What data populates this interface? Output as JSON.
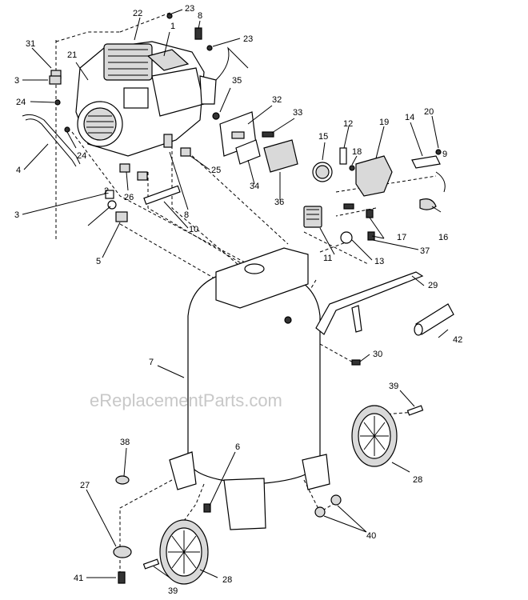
{
  "watermark": "eReplacementParts.com",
  "callouts": {
    "c1": "1",
    "c2": "2",
    "c3a": "3",
    "c3b": "3",
    "c4": "4",
    "c5": "5",
    "c6": "6",
    "c7": "7",
    "c8a": "8",
    "c8b": "8",
    "c9": "9",
    "c10": "10",
    "c11": "11",
    "c12": "12",
    "c13": "13",
    "c14": "14",
    "c15": "15",
    "c16": "16",
    "c17": "17",
    "c18": "18",
    "c19": "19",
    "c20": "20",
    "c21": "21",
    "c22": "22",
    "c23a": "23",
    "c23b": "23",
    "c24a": "24",
    "c24b": "24",
    "c25": "25",
    "c26": "26",
    "c27": "27",
    "c28a": "28",
    "c28b": "28",
    "c29": "29",
    "c30": "30",
    "c31": "31",
    "c32": "32",
    "c33": "33",
    "c34": "34",
    "c35": "35",
    "c36": "36",
    "c37": "37",
    "c38": "38",
    "c39a": "39",
    "c39b": "39",
    "c40": "40",
    "c41": "41",
    "c42": "42"
  }
}
